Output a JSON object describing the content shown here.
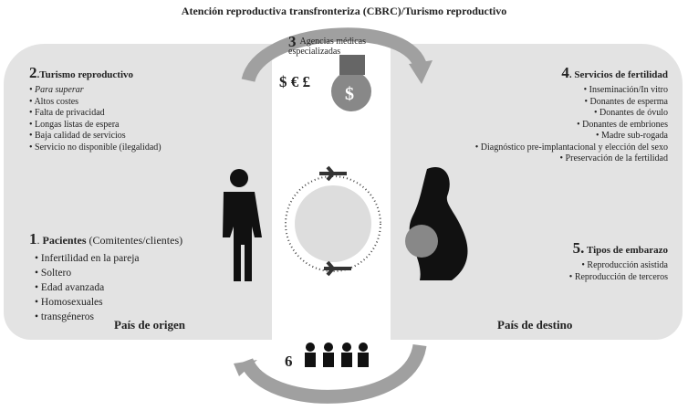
{
  "title": "Atención reproductiva transfronteriza (CBRC)/Turismo reproductivo",
  "s2": {
    "num": "2",
    "title": "Turismo reproductivo",
    "items": [
      "Para superar",
      "Altos costes",
      "Falta de privacidad",
      "Longas listas de espera",
      "Baja calidad de servicios",
      "Servicio no disponible (ilegalidad)"
    ]
  },
  "s1": {
    "num": "1",
    "title": "Pacientes",
    "subtitle": "(Comitentes/clientes)",
    "items": [
      "Infertilidad en la pareja",
      "Soltero",
      "Edad avanzada",
      "Homosexuales",
      "transgéneros"
    ]
  },
  "s3": {
    "num": "3",
    "title": "Agencias médicas especializadas",
    "currencies": "$ € £",
    "bag_symbol": "$"
  },
  "s4": {
    "num": "4",
    "title": "Servicios de fertilidad",
    "items": [
      "Inseminación/In vitro",
      "Donantes de esperma",
      "Donantes de óvulo",
      "Donantes de embriones",
      "Madre sub-rogada",
      "Diagnóstico pre-implantacional y elección del sexo",
      "Preservación de la fertilidad"
    ]
  },
  "s5": {
    "num": "5.",
    "title": "Tipos de embarazo",
    "items": [
      "Reproducción asistida",
      "Reproducción de terceros"
    ]
  },
  "s6": {
    "num": "6"
  },
  "origin": "País de origen",
  "destination": "País de destino",
  "colors": {
    "panel": "#e3e3e3",
    "arrow": "#a0a0a0"
  }
}
